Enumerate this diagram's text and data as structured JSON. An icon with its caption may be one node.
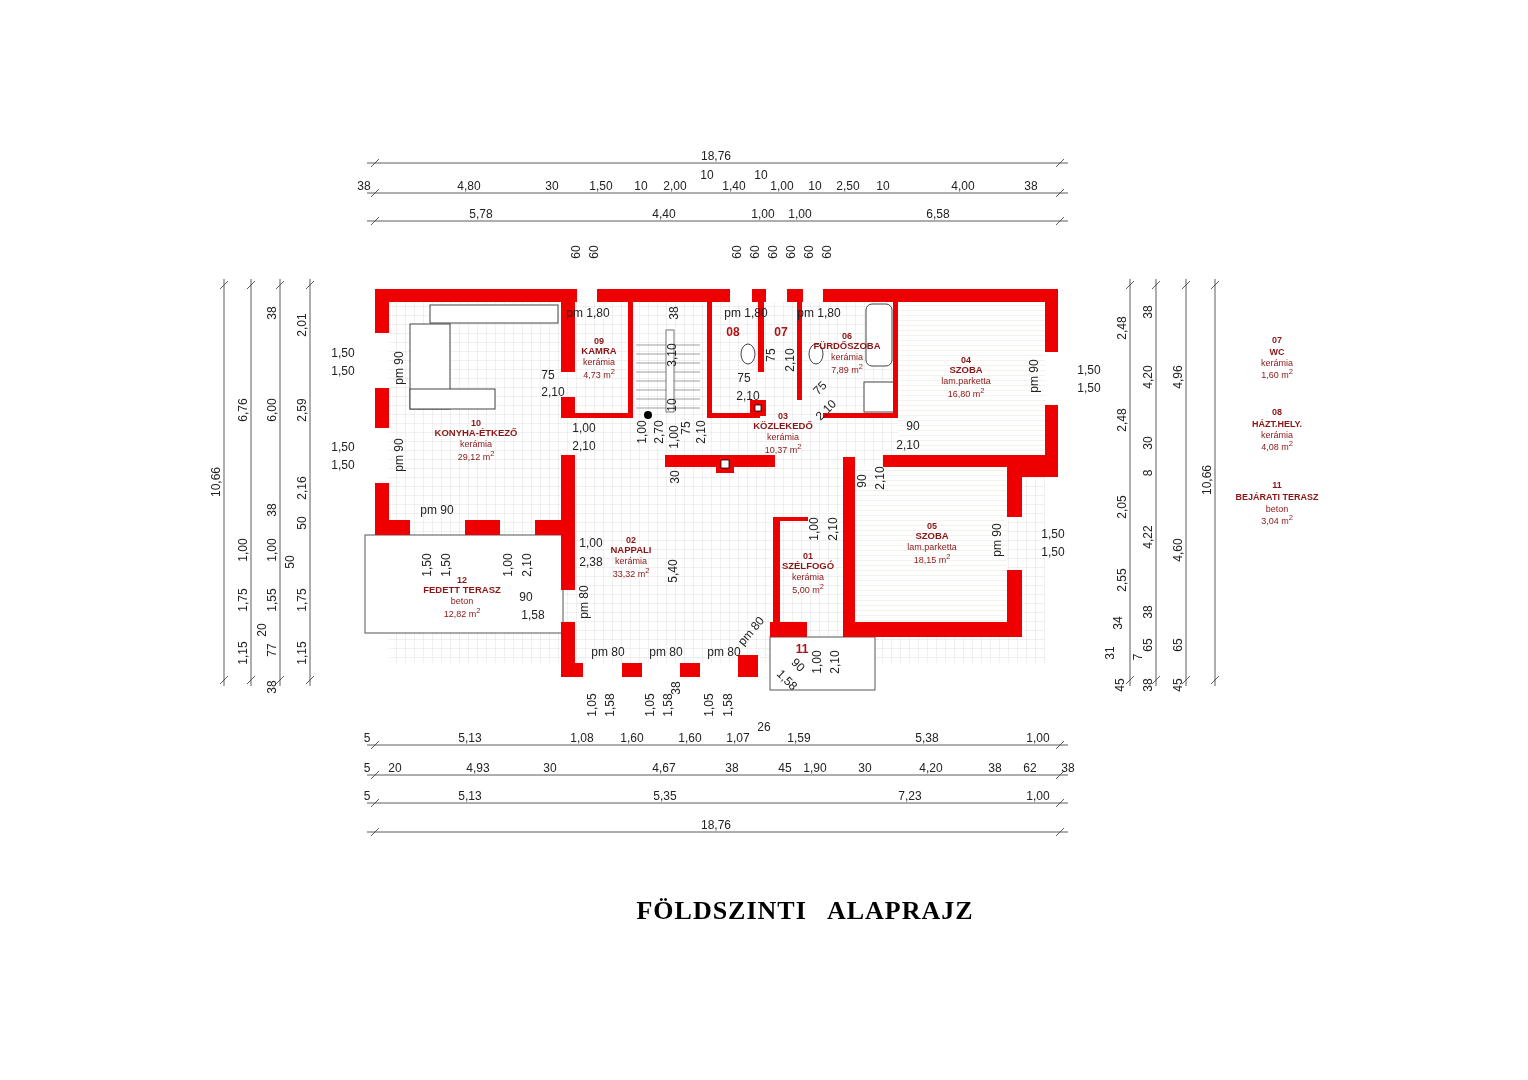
{
  "diagram": {
    "title": "FÖLDSZINTI ALAPRAJZ",
    "nodes": [
      {
        "text": [
          "10",
          "KONYHA-ÉTKEZŐ",
          "kerámia",
          "29,12 m$^{2}$"
        ]
      },
      {
        "text": [
          "09",
          "KAMRA",
          "kerámia",
          "4,73 m$^{2}$"
        ]
      },
      {
        "text": [
          "08"
        ]
      },
      {
        "text": [
          "07"
        ]
      },
      {
        "text": [
          "06",
          "FÜRDŐSZOBA",
          "kerámia",
          "7,89 m$^{2}$"
        ]
      },
      {
        "text": [
          "04",
          "SZOBA",
          "lam.parketta",
          "16,80 m$^{2}$"
        ]
      },
      {
        "text": [
          "03",
          "KÖZLEKEDŐ",
          "kerámia",
          "10,37 m$^{2}$"
        ]
      },
      {
        "text": [
          "02",
          "NAPPALI",
          "kerámia",
          "33,32 m$^{2}$"
        ]
      },
      {
        "text": [
          "05",
          "SZOBA",
          "lam.parketta",
          "18,15 m$^{2}$"
        ]
      },
      {
        "text": [
          "01",
          "SZÉLFOGÓ",
          "kerámia",
          "5,00 m$^{2}$"
        ]
      },
      {
        "text": [
          "12",
          "FEDETT TERASZ",
          "beton",
          "12,82 m$^{2}$"
        ]
      },
      {
        "text": [
          "11"
        ]
      }
    ],
    "labels": [
      "18,76",
      "38",
      "4,80",
      "30",
      "1,50",
      "10",
      "2,00",
      "10",
      "1,40",
      "10",
      "1,00",
      "10",
      "2,50",
      "10",
      "4,00",
      "38",
      "5,78",
      "4,40",
      "1,00",
      "1,00",
      "6,58",
      "60",
      "60",
      "60",
      "60",
      "60",
      "60",
      "60",
      "60",
      "10,66",
      "6,76",
      "1,00",
      "1,75",
      "1,15",
      "38",
      "6,00",
      "38",
      "1,00",
      "50",
      "1,55",
      "20",
      "77",
      "38",
      "2,01",
      "2,59",
      "2,16",
      "50",
      "1,75",
      "1,15",
      "1,50",
      "1,50",
      "1,50",
      "1,50",
      "pm 1,80",
      "38",
      "pm 1,80",
      "pm 1,80",
      "pm 90",
      "3,10",
      "75",
      "2,10",
      "10",
      "75",
      "2,10",
      "75",
      "2,10",
      "75",
      "2,10",
      "pm 90",
      "1,50",
      "1,50",
      "1,00",
      "2,10",
      "1,00",
      "2,70",
      "1,00",
      "75",
      "2,10",
      "pm 90",
      "90",
      "2,10",
      "30",
      "90",
      "2,10",
      "pm 90",
      "1,00",
      "2,38",
      "5,40",
      "1,00",
      "2,10",
      "pm 90",
      "1,50",
      "1,50",
      "1,50",
      "1,50",
      "1,00",
      "2,10",
      "90",
      "1,58",
      "pm 80",
      "pm 80",
      "pm 80",
      "pm 80",
      "pm 80",
      "90",
      "1,58",
      "1,00",
      "2,10",
      "1,05",
      "1,58",
      "1,05",
      "1,58",
      "38",
      "1,05",
      "1,58",
      "2,48",
      "38",
      "4,20",
      "4,96",
      "2,48",
      "30",
      "8",
      "2,05",
      "4,22",
      "4,60",
      "10,66",
      "2,55",
      "34",
      "38",
      "31",
      "7",
      "65",
      "65",
      "45",
      "38",
      "45",
      "5",
      "5,13",
      "1,08",
      "1,60",
      "1,60",
      "1,07",
      "26",
      "1,59",
      "5,38",
      "1,00",
      "5",
      "20",
      "4,93",
      "30",
      "4,67",
      "38",
      "45",
      "1,90",
      "30",
      "4,20",
      "38",
      "62",
      "38",
      "5",
      "5,13",
      "5,35",
      "7,23",
      "1,00",
      "18,76",
      "07",
      "WC",
      "kerámia",
      "1,60 m$^{2}$",
      "08",
      "HÁZT.HELY.",
      "kerámia",
      "4,08 m$^{2}$",
      "11",
      "BEJÁRATI TERASZ",
      "beton",
      "3,04 m$^{2}$"
    ]
  }
}
